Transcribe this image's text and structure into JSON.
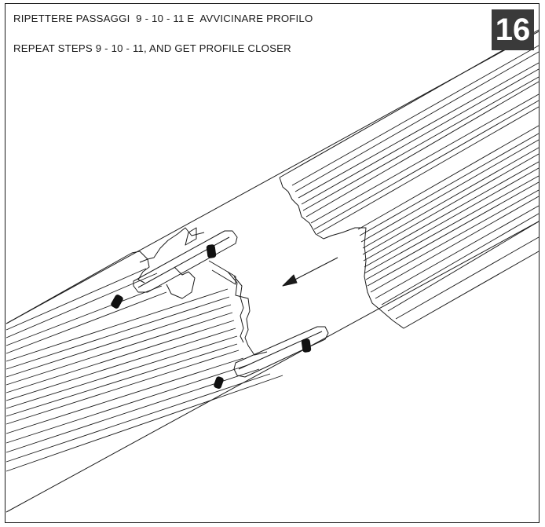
{
  "instructions": {
    "italian": "RIPETTERE PASSAGGI  9 - 10 - 11 E  AVVICINARE PROFILO",
    "english": "REPEAT STEPS 9 - 10 - 11, AND GET PROFILE CLOSER"
  },
  "step": {
    "number": "16"
  },
  "colors": {
    "line": "#1a1a1a",
    "badge_background": "#3a3a3a",
    "badge_text": "#ffffff",
    "screw": "#111111"
  },
  "illustration": {
    "subject": "aluminium-profile-joint",
    "arrow_direction": "down-left"
  }
}
